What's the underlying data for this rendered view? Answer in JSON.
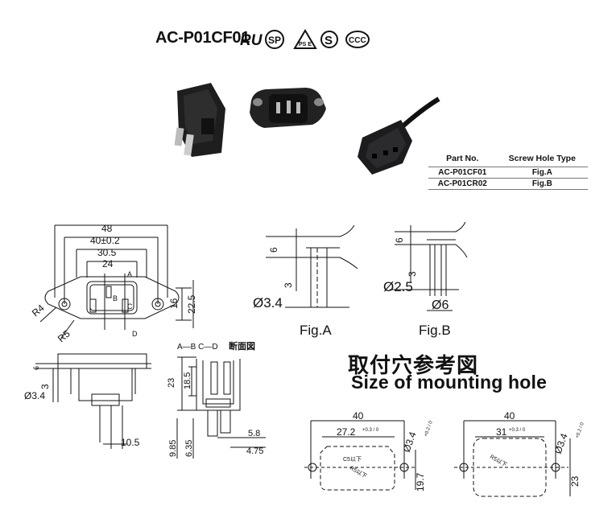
{
  "header": {
    "part_number": "AC-P01CF01",
    "cert_marks": [
      "ul-recognized-icon",
      "csa-icon",
      "pse-icon",
      "semko-icon",
      "ccc-icon"
    ],
    "cert_text": {
      "ul": "RU",
      "csa": "SP",
      "pse": "PS E",
      "s": "S",
      "ccc": "CCC"
    }
  },
  "table": {
    "headers": [
      "Part No.",
      "Screw Hole Type"
    ],
    "rows": [
      [
        "AC-P01CF01",
        "Fig.A"
      ],
      [
        "AC-P01CR02",
        "Fig.B"
      ]
    ]
  },
  "front_view": {
    "dims": {
      "w48": "48",
      "w40": "40±0.2",
      "w305": "30.5",
      "w24": "24",
      "h16": "16",
      "h225": "22.5",
      "r4": "R4",
      "r5": "R5"
    },
    "labels": {
      "a": "A",
      "b": "B",
      "c": "C",
      "d": "D"
    }
  },
  "fig_a": {
    "label": "Fig.A",
    "dims": {
      "d6": "6",
      "d3": "3",
      "dia": "Ø3.4"
    }
  },
  "fig_b": {
    "label": "Fig.B",
    "dims": {
      "d6": "6",
      "d3": "3",
      "dia": "Ø2.5",
      "dia2": "Ø6"
    }
  },
  "side_view": {
    "dims": {
      "d6": "6",
      "d3": "3",
      "dia": "Ø3.4",
      "d105": "10.5"
    }
  },
  "section_view": {
    "title_prefix": "A—B  C—D",
    "title_cn": "断面図",
    "dims": {
      "d23": "23",
      "d185": "18.5",
      "d985": "9.85",
      "d635": "6.35",
      "d58": "5.8",
      "d475": "4.75"
    }
  },
  "mounting": {
    "title_cn": "取付穴参考図",
    "title_en": "Size of mounting hole",
    "left": {
      "w40": "40",
      "w272": "27.2",
      "tol": "+0.3 / 0",
      "dia": "Ø3.4",
      "dia_tol": "+0.2 / 0",
      "h197": "19.7",
      "c5": "C5以下",
      "r5": "R5以下"
    },
    "right": {
      "w40": "40",
      "w31": "31",
      "tol": "+0.3 / 0",
      "dia": "Ø3.4",
      "dia_tol": "+0.2 / 0",
      "h23": "23",
      "r5": "R5以下"
    }
  }
}
